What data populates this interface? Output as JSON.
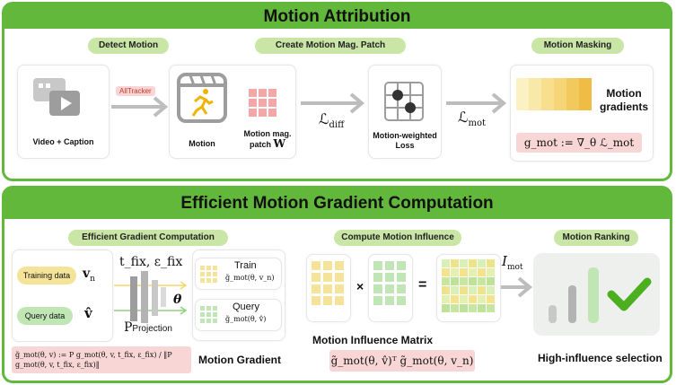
{
  "top_panel": {
    "title": "Motion Attribution",
    "pills": {
      "detect": "Detect Motion",
      "patch": "Create Motion Mag. Patch",
      "masking": "Motion Masking"
    },
    "video_caption_label": "Video + Caption",
    "tracker_tag": "AllTracker",
    "motion_label": "Motion",
    "patch_label_line1": "Motion mag.",
    "patch_label_line2": "patch",
    "patch_symbol": "W",
    "loss_diff": "ℒ",
    "loss_diff_sub": "diff",
    "weighted_loss_line1": "Motion-weighted",
    "weighted_loss_line2": "Loss",
    "loss_mot": "ℒ",
    "loss_mot_sub": "mot",
    "gradients_line1": "Motion",
    "gradients_line2": "gradients",
    "gradient_formula": "g_mot := ∇_θ ℒ_mot"
  },
  "bottom_panel": {
    "title": "Efficient Motion Gradient Computation",
    "pills": {
      "efficient": "Efficient Gradient Computation",
      "influence": "Compute Motion Influence",
      "ranking": "Motion Ranking"
    },
    "training_data": "Training data",
    "training_symbol": "v",
    "training_sub": "n",
    "query_data": "Query data",
    "query_symbol": "v̂",
    "t_fix_label": "t_fix, ε_fix",
    "theta": "θ",
    "projection_P": "P",
    "projection_label": "Projection",
    "train_label": "Train",
    "train_formula": "g̃_mot(θ, v_n)",
    "query_label": "Query",
    "query_formula": "g̃_mot(θ, v̂)",
    "normalized_formula": "g̃_mot(θ, v) := P g_mot(θ, v, t_fix, ε_fix) / ‖P g_mot(θ, v, t_fix, ε_fix)‖",
    "motion_gradient_label": "Motion Gradient",
    "times_symbol": "×",
    "equals_symbol": "=",
    "matrix_title": "Motion Influence Matrix",
    "matrix_formula": "g̃_mot(θ, v̂)ᵀ g̃_mot(θ, v_n)",
    "influence_symbol": "I",
    "influence_sub": "mot",
    "selection_label": "High-influence selection"
  },
  "colors": {
    "green": "#62b83a",
    "pill": "#c9e6a6",
    "pink": "#f9d6d6",
    "yellow": "#f6e39a",
    "light_green": "#bfe6b4",
    "check": "#4caf1f"
  }
}
